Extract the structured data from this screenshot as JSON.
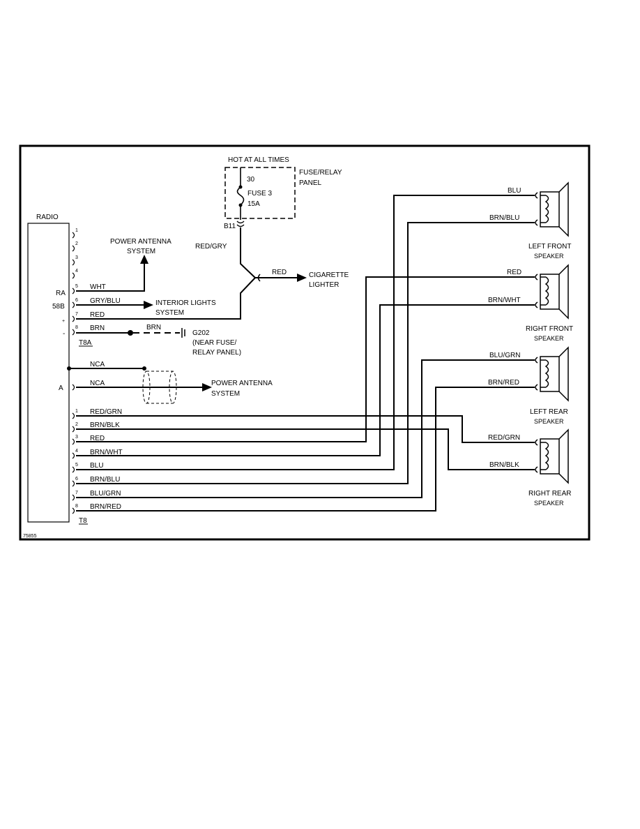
{
  "header": {
    "hot_at_all_times": "HOT AT ALL TIMES",
    "fuse_relay_panel_line1": "FUSE/RELAY",
    "fuse_relay_panel_line2": "PANEL",
    "terminal_30": "30",
    "fuse_name": "FUSE 3",
    "fuse_rating": "15A",
    "connector_b11": "B11"
  },
  "radio": {
    "title": "RADIO",
    "label_ra": "RA",
    "label_58b": "58B",
    "label_plus": "+",
    "label_minus": "-",
    "label_a": "A",
    "connector_t8a": "T8A",
    "connector_t8": "T8"
  },
  "t8a_pins": [
    "1",
    "2",
    "3",
    "4",
    "5",
    "6",
    "7",
    "8"
  ],
  "t8a_wires": {
    "wht": "WHT",
    "gry_blu": "GRY/BLU",
    "red": "RED",
    "brn": "BRN",
    "brn_ground": "BRN"
  },
  "red_gry": "RED/GRY",
  "red_to_lighter": "RED",
  "power_antenna_top_1": "POWER ANTENNA",
  "power_antenna_top_2": "SYSTEM",
  "interior_lights_1": "INTERIOR LIGHTS",
  "interior_lights_2": "SYSTEM",
  "cigarette_lighter_1": "CIGARETTE",
  "cigarette_lighter_2": "LIGHTER",
  "ground_1": "G202",
  "ground_2": "(NEAR FUSE/",
  "ground_3": "RELAY PANEL)",
  "nca_1": "NCA",
  "nca_2": "NCA",
  "power_antenna_bottom_1": "POWER ANTENNA",
  "power_antenna_bottom_2": "SYSTEM",
  "t8_pins": [
    "1",
    "2",
    "3",
    "4",
    "5",
    "6",
    "7",
    "8"
  ],
  "t8_wires": [
    "RED/GRN",
    "BRN/BLK",
    "RED",
    "BRN/WHT",
    "BLU",
    "BRN/BLU",
    "BLU/GRN",
    "BRN/RED"
  ],
  "speakers": [
    {
      "name_1": "LEFT FRONT",
      "name_2": "SPEAKER",
      "wire_top": "BLU",
      "wire_bottom": "BRN/BLU"
    },
    {
      "name_1": "RIGHT FRONT",
      "name_2": "SPEAKER",
      "wire_top": "RED",
      "wire_bottom": "BRN/WHT"
    },
    {
      "name_1": "LEFT REAR",
      "name_2": "SPEAKER",
      "wire_top": "BLU/GRN",
      "wire_bottom": "BRN/RED"
    },
    {
      "name_1": "RIGHT REAR",
      "name_2": "SPEAKER",
      "wire_top": "RED/GRN",
      "wire_bottom": "BRN/BLK"
    }
  ],
  "figure_id": "75855"
}
